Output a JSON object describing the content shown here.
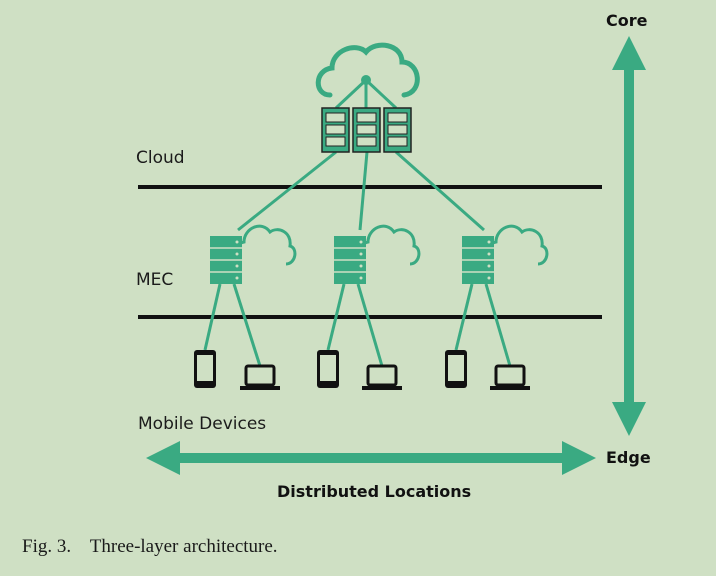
{
  "layers": {
    "cloud": "Cloud",
    "mec": "MEC",
    "devices": "Mobile Devices"
  },
  "axes": {
    "top": "Core",
    "bottom": "Edge",
    "horizontal": "Distributed Locations"
  },
  "caption": {
    "number": "Fig. 3.",
    "text": "Three-layer architecture."
  },
  "colors": {
    "accent": "#3aaa82",
    "background": "#cfe0c4",
    "divider": "#111111"
  }
}
